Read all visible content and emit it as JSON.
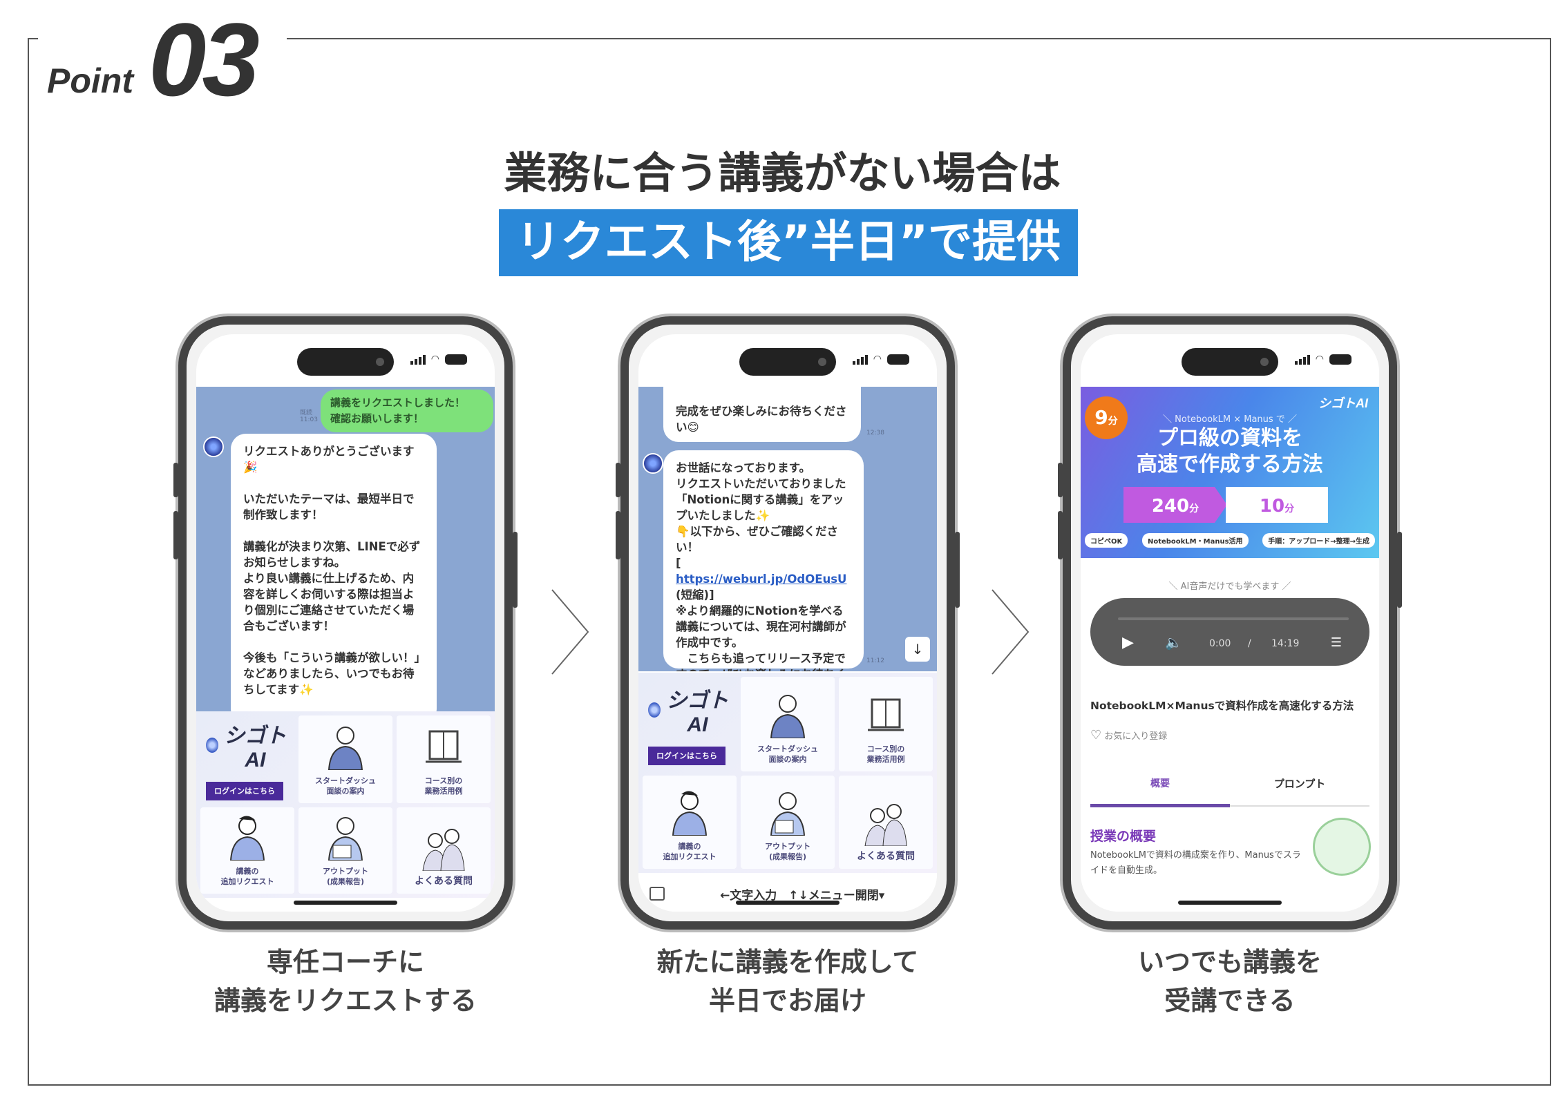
{
  "header": {
    "point_word": "Point",
    "point_number": "03",
    "title": "業務に合う講義がない場合は",
    "banner": "リクエスト後”半日”で提供"
  },
  "colors": {
    "banner": "#2a88d8",
    "chat_bg": "#8aa6d2",
    "line_green": "#7ee17a",
    "accent_purple": "#4a2a9a"
  },
  "menu": {
    "logo": "シゴトAI",
    "login": "ログインはこちら",
    "tiles": [
      "スタートダッシュ\n面談の案内",
      "コース別の\n業務活用例",
      "講義の\n追加リクエスト",
      "アウトプット\n(成果報告)",
      "よくある質問"
    ]
  },
  "phone1": {
    "sent": "講義をリクエストしました！\n確認お願いします！",
    "reply": "リクエストありがとうございます🎉\n\nいただいたテーマは、最短半日で制作致します！\n\n講義化が決まり次第、LINEで必ずお知らせしますね。\nより良い講義に仕上げるため、内容を詳しくお伺いする際は担当より個別にご連絡させていただく場合もございます！\n\n今後も「こういう講義が欲しい！」などありましたら、いつでもお待ちしてます✨"
  },
  "phone2": {
    "prev_msg": "完成をぜひ楽しみにお待ちください😊",
    "msg_before_link": "お世話になっております。\nリクエストいただいておりました「Notionに関する講義」をアップいたしました✨\n👇以下から、ぜひご確認ください！\n[ ",
    "link": "https://weburl.jp/OdOEusU",
    "msg_after_link": " (短縮)]\n※より網羅的にNotionを学べる講義については、現在河村講師が作成中です。\n　こちらも追ってリリース予定ですので、ぜひお楽しみにお待ちください^^",
    "input_hint": "←文字入力　↑↓メニュー開閉▾"
  },
  "phone3": {
    "brand": "シゴトAI",
    "badge_number": "9",
    "badge_unit": "分",
    "course_sub": "＼ NotebookLM × Manus で ／",
    "course_title": "プロ級の資料を\n高速で作成する方法",
    "before_value": "240",
    "after_value": "10",
    "time_unit": "分",
    "tags": [
      "コピペOK",
      "NotebookLM・Manus活用",
      "手順：アップロード→整理→生成"
    ],
    "audio_note": "＼ AI音声だけでも学べます ／",
    "player": {
      "current": "0:00",
      "separator": "/",
      "duration": "14:19"
    },
    "lesson_title": "NotebookLM×Manusで資料作成を高速化する方法",
    "favorite": "お気に入り登録",
    "tabs": [
      "概要",
      "プロンプト"
    ],
    "section_title": "授業の概要",
    "section_body": "NotebookLMで資料の構成案を作り、Manusでスライドを自動生成。"
  },
  "captions": [
    {
      "line1": "専任コーチに",
      "line2": "講義をリクエストする"
    },
    {
      "line1": "新たに講義を作成して",
      "line2": "半日でお届け"
    },
    {
      "line1": "いつでも講義を",
      "line2": "受講できる"
    }
  ]
}
